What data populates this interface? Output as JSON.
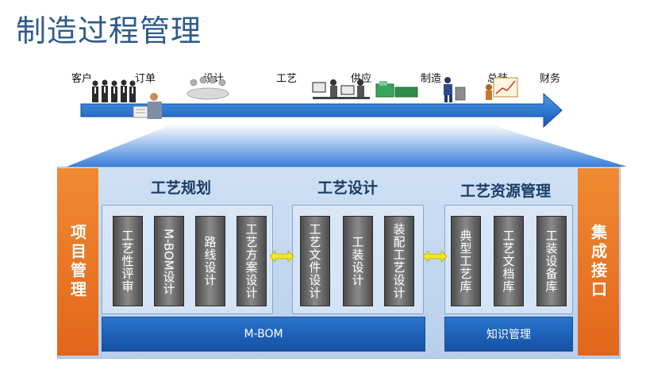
{
  "header": {
    "title": "制造过程管理"
  },
  "stages": [
    "客户",
    "订单",
    "设计",
    "工艺",
    "供应",
    "制造",
    "总装",
    "财务"
  ],
  "side": {
    "left": "项目管理",
    "right": "集成接口"
  },
  "sections": {
    "planning": {
      "title": "工艺规划",
      "items": [
        "工艺性评审",
        "M-BOM设计",
        "路线设计",
        "工艺方案设计"
      ]
    },
    "design": {
      "title": "工艺设计",
      "items": [
        "工艺文件设计",
        "工装设计",
        "装配工艺设计"
      ]
    },
    "resources": {
      "title": "工艺资源管理",
      "items": [
        "典型工艺库",
        "工艺文档库",
        "工装设备库"
      ]
    }
  },
  "bottom": {
    "mbom": "M-BOM",
    "knowledge": "知识管理"
  },
  "colors": {
    "accent": "#1f6fd1",
    "side": "#e8721f",
    "title": "#2f5a8c"
  }
}
